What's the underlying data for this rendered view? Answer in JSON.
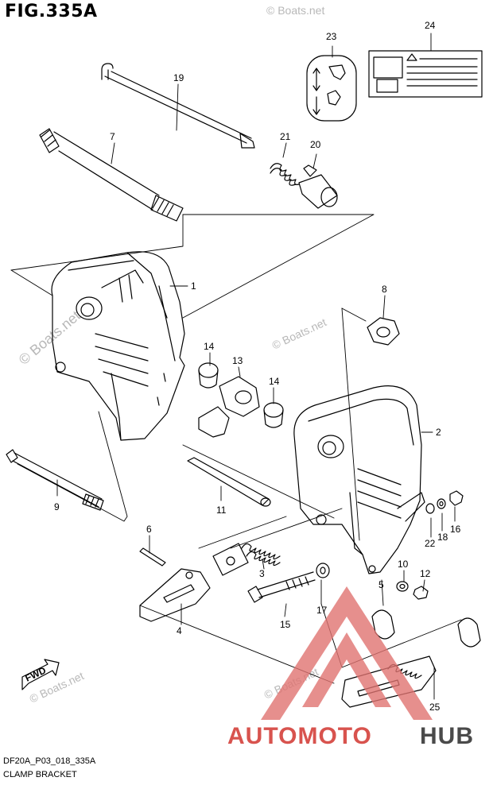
{
  "figure": {
    "title": "FIG.335A",
    "code": "DF20A_P03_018_335A",
    "name": "CLAMP BRACKET"
  },
  "watermark": {
    "text": "© Boats.net"
  },
  "brand": {
    "part1": "AUTOMOTO",
    "part2": "HUB",
    "color_auto": "#d8534e",
    "color_hub": "#4a4a4a"
  },
  "fwd_label": "FWD",
  "callouts": [
    "1",
    "2",
    "3",
    "4",
    "5",
    "6",
    "7",
    "8",
    "9",
    "10",
    "11",
    "12",
    "13",
    "14",
    "14",
    "15",
    "16",
    "17",
    "18",
    "19",
    "20",
    "21",
    "22",
    "23",
    "24",
    "25"
  ]
}
